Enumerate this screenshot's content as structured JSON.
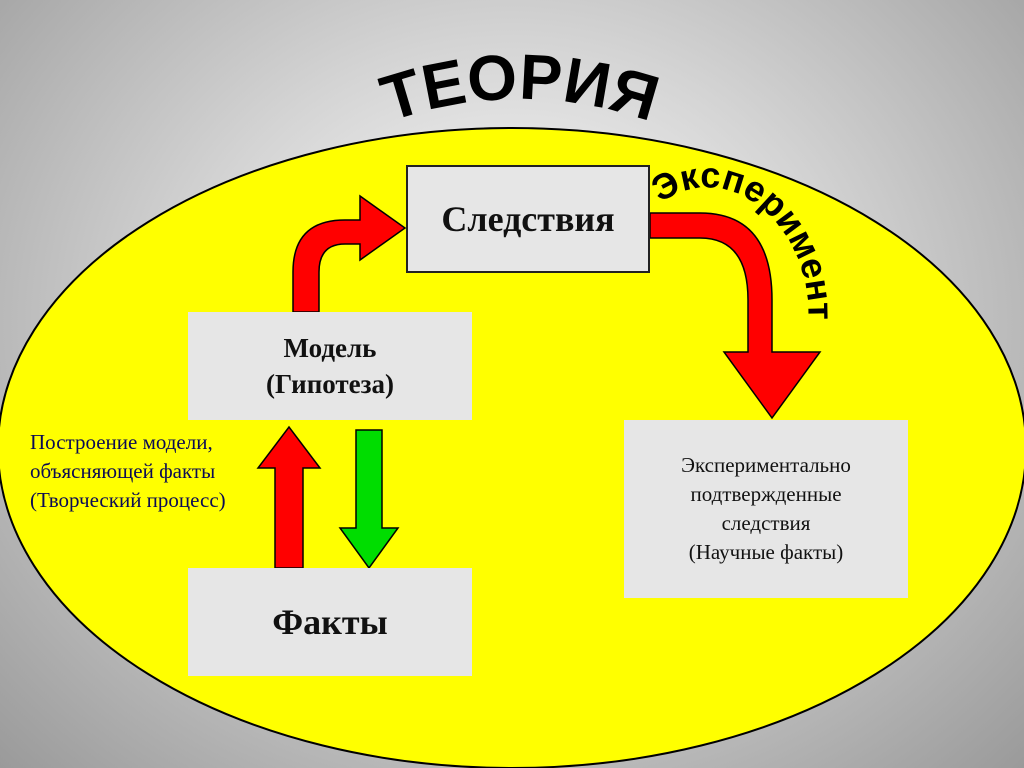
{
  "title": "ТЕОРИЯ",
  "arc_label": "Эксперимент",
  "boxes": {
    "consequences": "Следствия",
    "model": [
      "Модель",
      "(Гипотеза)"
    ],
    "facts": "Факты",
    "confirmed": [
      "Экспериментально",
      "подтвержденные",
      "следствия",
      "(Научные факты)"
    ]
  },
  "side_note": [
    "Построение модели,",
    "объясняющей факты",
    "(Творческий процесс)"
  ],
  "colors": {
    "ellipse_fill": "#ffff00",
    "arrow_red": "#ff0000",
    "arrow_green": "#00dd00",
    "box_fill": "#e6e6e6"
  }
}
